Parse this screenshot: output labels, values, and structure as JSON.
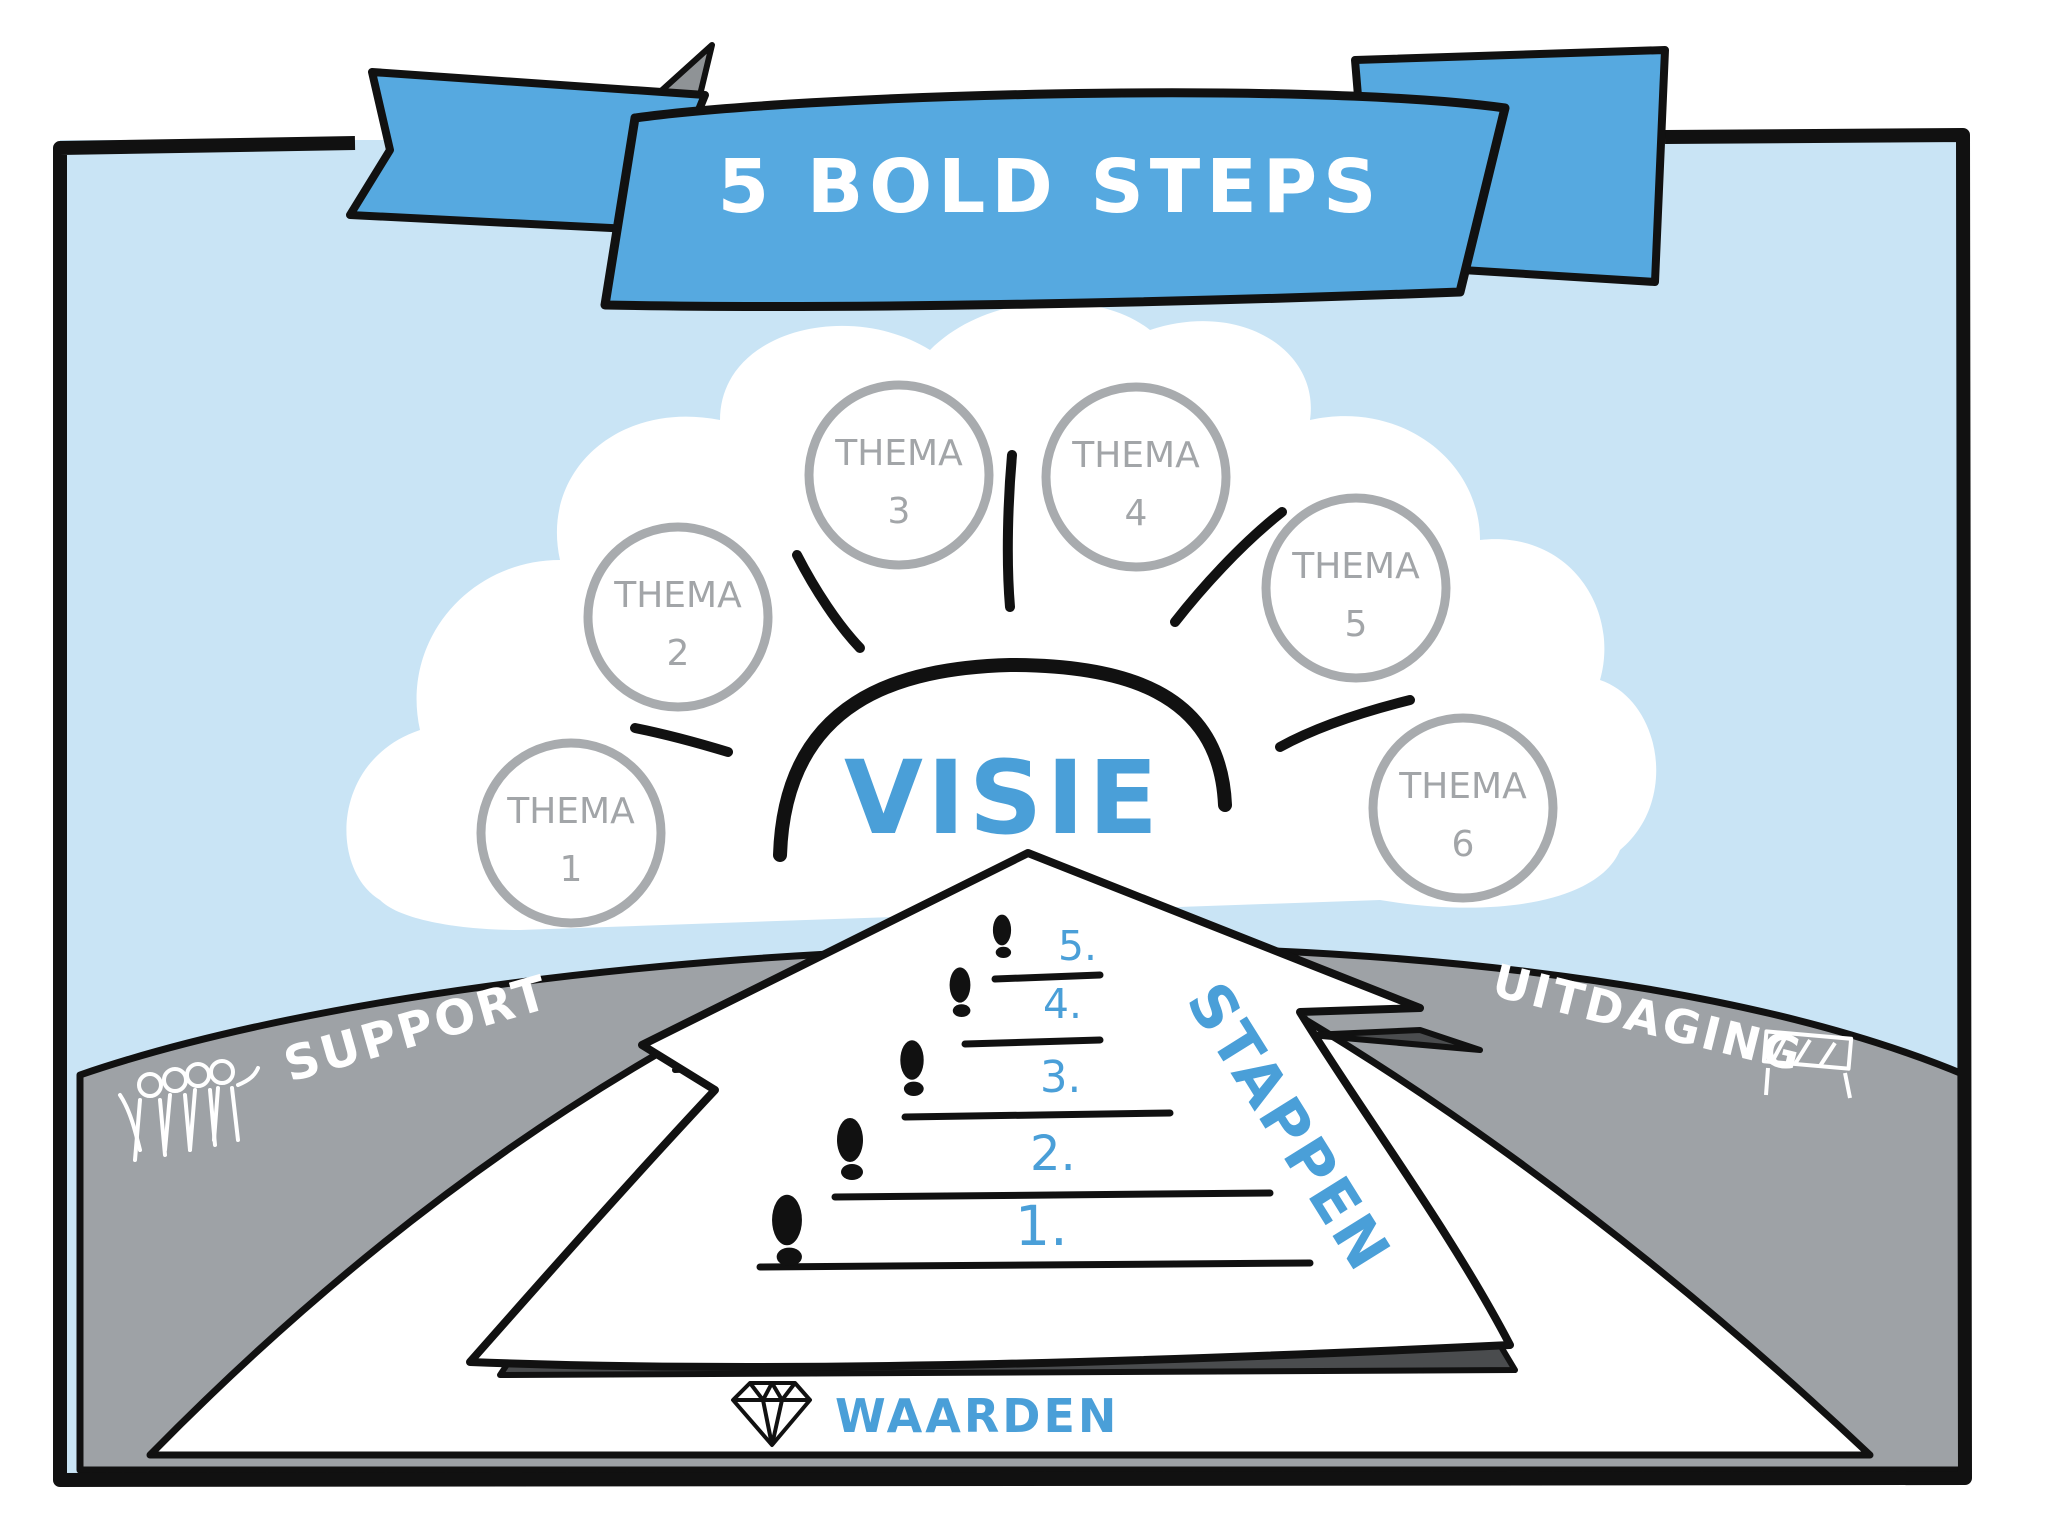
{
  "banner": {
    "title": "5 BOLD STEPS"
  },
  "vision": {
    "label": "VISIE"
  },
  "themes": [
    {
      "label": "THEMA",
      "number": "1"
    },
    {
      "label": "THEMA",
      "number": "2"
    },
    {
      "label": "THEMA",
      "number": "3"
    },
    {
      "label": "THEMA",
      "number": "4"
    },
    {
      "label": "THEMA",
      "number": "5"
    },
    {
      "label": "THEMA",
      "number": "6"
    }
  ],
  "steps": {
    "label": "STAPPEN",
    "items": [
      "1.",
      "2.",
      "3.",
      "4.",
      "5."
    ]
  },
  "support": {
    "label": "SUPPORT",
    "icon": "people-group-icon"
  },
  "challenge": {
    "label": "UITDAGING",
    "icon": "barrier-icon"
  },
  "values": {
    "label": "WAARDEN",
    "icon": "diamond-icon"
  },
  "colors": {
    "sky": "#c9e4f5",
    "banner": "#56a9e0",
    "accent_text": "#4a9fd8",
    "road": "#9ea2a6",
    "theme_circle": "#a8abae",
    "outline": "#111111"
  }
}
